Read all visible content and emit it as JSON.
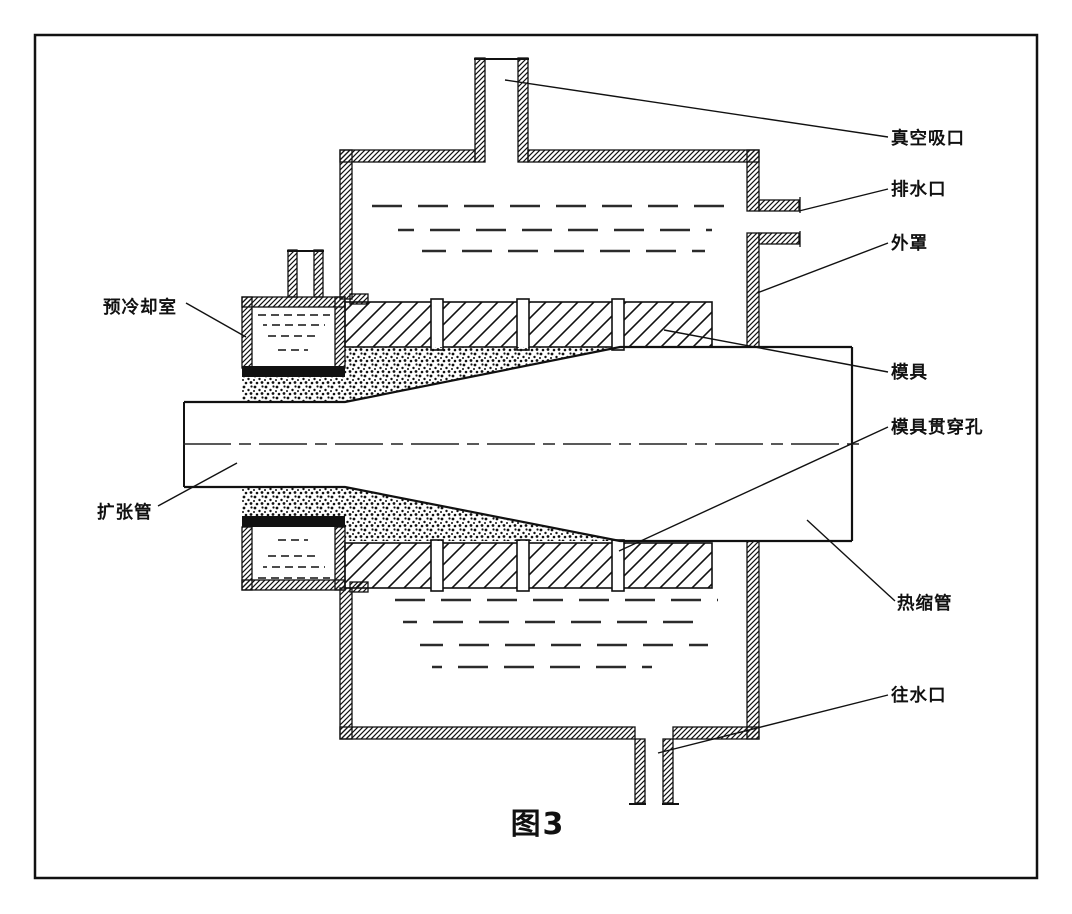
{
  "figure": {
    "caption": "图3",
    "colors": {
      "line": "#141414",
      "background": "#ffffff"
    },
    "labels": {
      "vacuum_port": "真空吸口",
      "drain_port": "排水口",
      "outer_casing": "外罩",
      "die": "模具",
      "die_through_hole": "模具贯穿孔",
      "heat_shrink_tube": "热缩管",
      "water_inlet": "往水口",
      "precool_chamber": "预冷却室",
      "expander_tube": "扩张管"
    }
  }
}
